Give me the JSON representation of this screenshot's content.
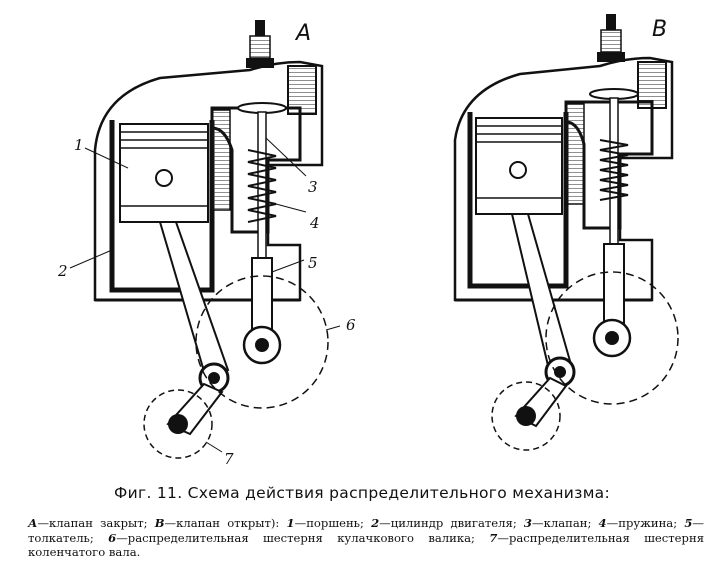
{
  "figure": {
    "view_label_a": "A",
    "view_label_b": "B",
    "callouts": [
      "1",
      "2",
      "3",
      "4",
      "5",
      "6",
      "7"
    ],
    "title": "Фиг. 11. Схема действия распределительного механизма:",
    "legend": {
      "a_key": "А",
      "a_text": "—клапан закрыт; ",
      "b_key": "В",
      "b_text": "—клапан открыт): ",
      "items": [
        {
          "num": "1",
          "text": "—поршень; "
        },
        {
          "num": "2",
          "text": "—цилиндр двигателя; "
        },
        {
          "num": "3",
          "text": "—клапан; "
        },
        {
          "num": "4",
          "text": "—пружина; "
        },
        {
          "num": "5",
          "text": "—толкатель; "
        },
        {
          "num": "6",
          "text": "—распределительная шестерня кулачкового валика; "
        },
        {
          "num": "7",
          "text": "—распределительная шестерня коленчатого вала."
        }
      ]
    }
  }
}
